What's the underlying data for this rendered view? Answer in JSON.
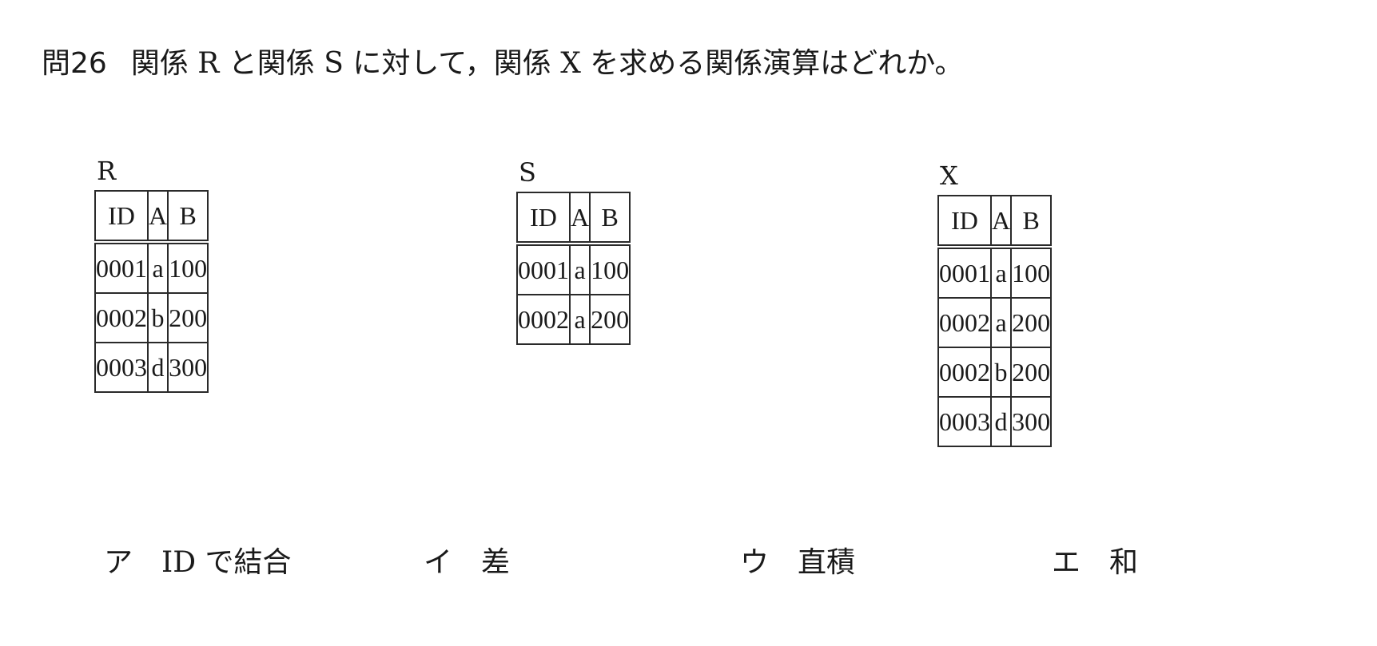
{
  "question": {
    "number": "問26",
    "text": "関係 R と関係 S に対して，関係 X を求める関係演算はどれか。"
  },
  "tables": [
    {
      "label": "R",
      "columns": [
        "ID",
        "A",
        "B"
      ],
      "rows": [
        [
          "0001",
          "a",
          "100"
        ],
        [
          "0002",
          "b",
          "200"
        ],
        [
          "0003",
          "d",
          "300"
        ]
      ]
    },
    {
      "label": "S",
      "columns": [
        "ID",
        "A",
        "B"
      ],
      "rows": [
        [
          "0001",
          "a",
          "100"
        ],
        [
          "0002",
          "a",
          "200"
        ]
      ]
    },
    {
      "label": "X",
      "columns": [
        "ID",
        "A",
        "B"
      ],
      "rows": [
        [
          "0001",
          "a",
          "100"
        ],
        [
          "0002",
          "a",
          "200"
        ],
        [
          "0002",
          "b",
          "200"
        ],
        [
          "0003",
          "d",
          "300"
        ]
      ]
    }
  ],
  "choices": [
    {
      "key": "ア",
      "text": "ID で結合"
    },
    {
      "key": "イ",
      "text": "差"
    },
    {
      "key": "ウ",
      "text": "直積"
    },
    {
      "key": "エ",
      "text": "和"
    }
  ]
}
